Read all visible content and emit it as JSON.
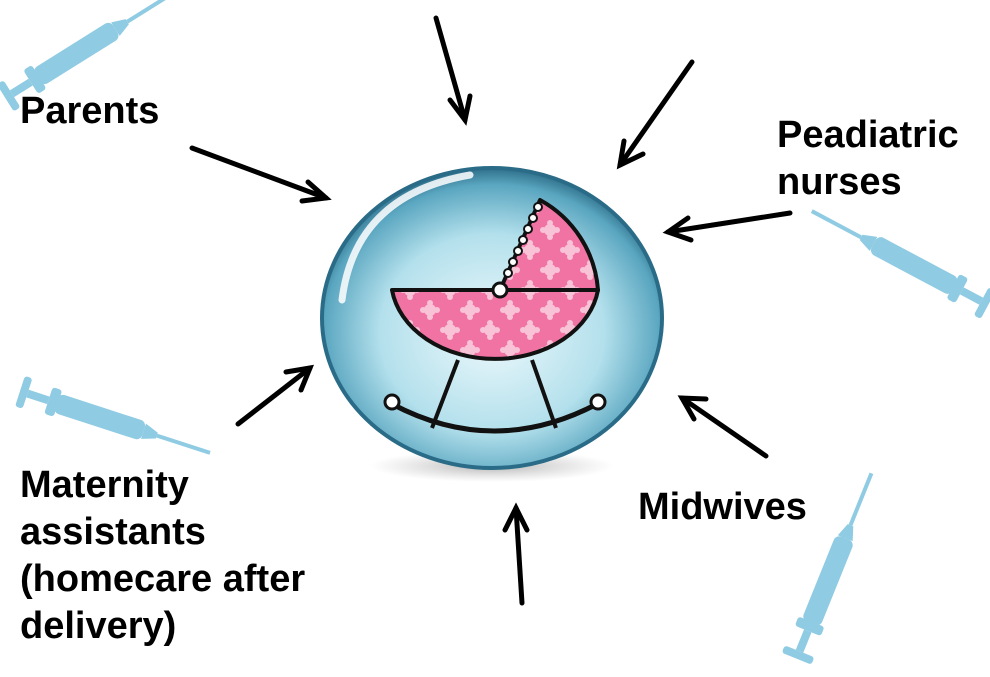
{
  "labels": {
    "parents": "Parents",
    "peadiatric_nurses": [
      "Peadiatric",
      "nurses"
    ],
    "maternity_assistants": [
      "Maternity",
      "assistants",
      "(homecare after",
      "delivery)"
    ],
    "midwives": "Midwives"
  },
  "icons": {
    "center": "rocking-cradle-icon",
    "decor": "syringe-icon"
  },
  "colors": {
    "arrow": "#000000",
    "syringe": "#8fcbe3",
    "bubble": "#8fc6d6",
    "cradle_fabric": "#f06ea0",
    "cradle_flower": "#f7b9d0"
  }
}
